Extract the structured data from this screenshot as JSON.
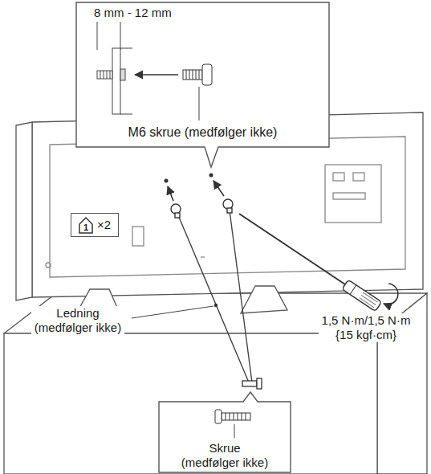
{
  "diagram": {
    "nodes": [
      {
        "text": [
          "8 mm - 12 mm",
          "M6 skrue (medfølger ikke)"
        ]
      },
      {
        "text": [
          "×2"
        ]
      },
      {
        "text": [
          "1"
        ],
        "in": 1
      },
      {
        "text": [
          "Skrue (medfølger ikke)"
        ]
      }
    ],
    "labels": [
      "Ledning (medfølger ikke)",
      "1,5 N·m/1,5 N·m {15 kgf·cm}"
    ]
  }
}
